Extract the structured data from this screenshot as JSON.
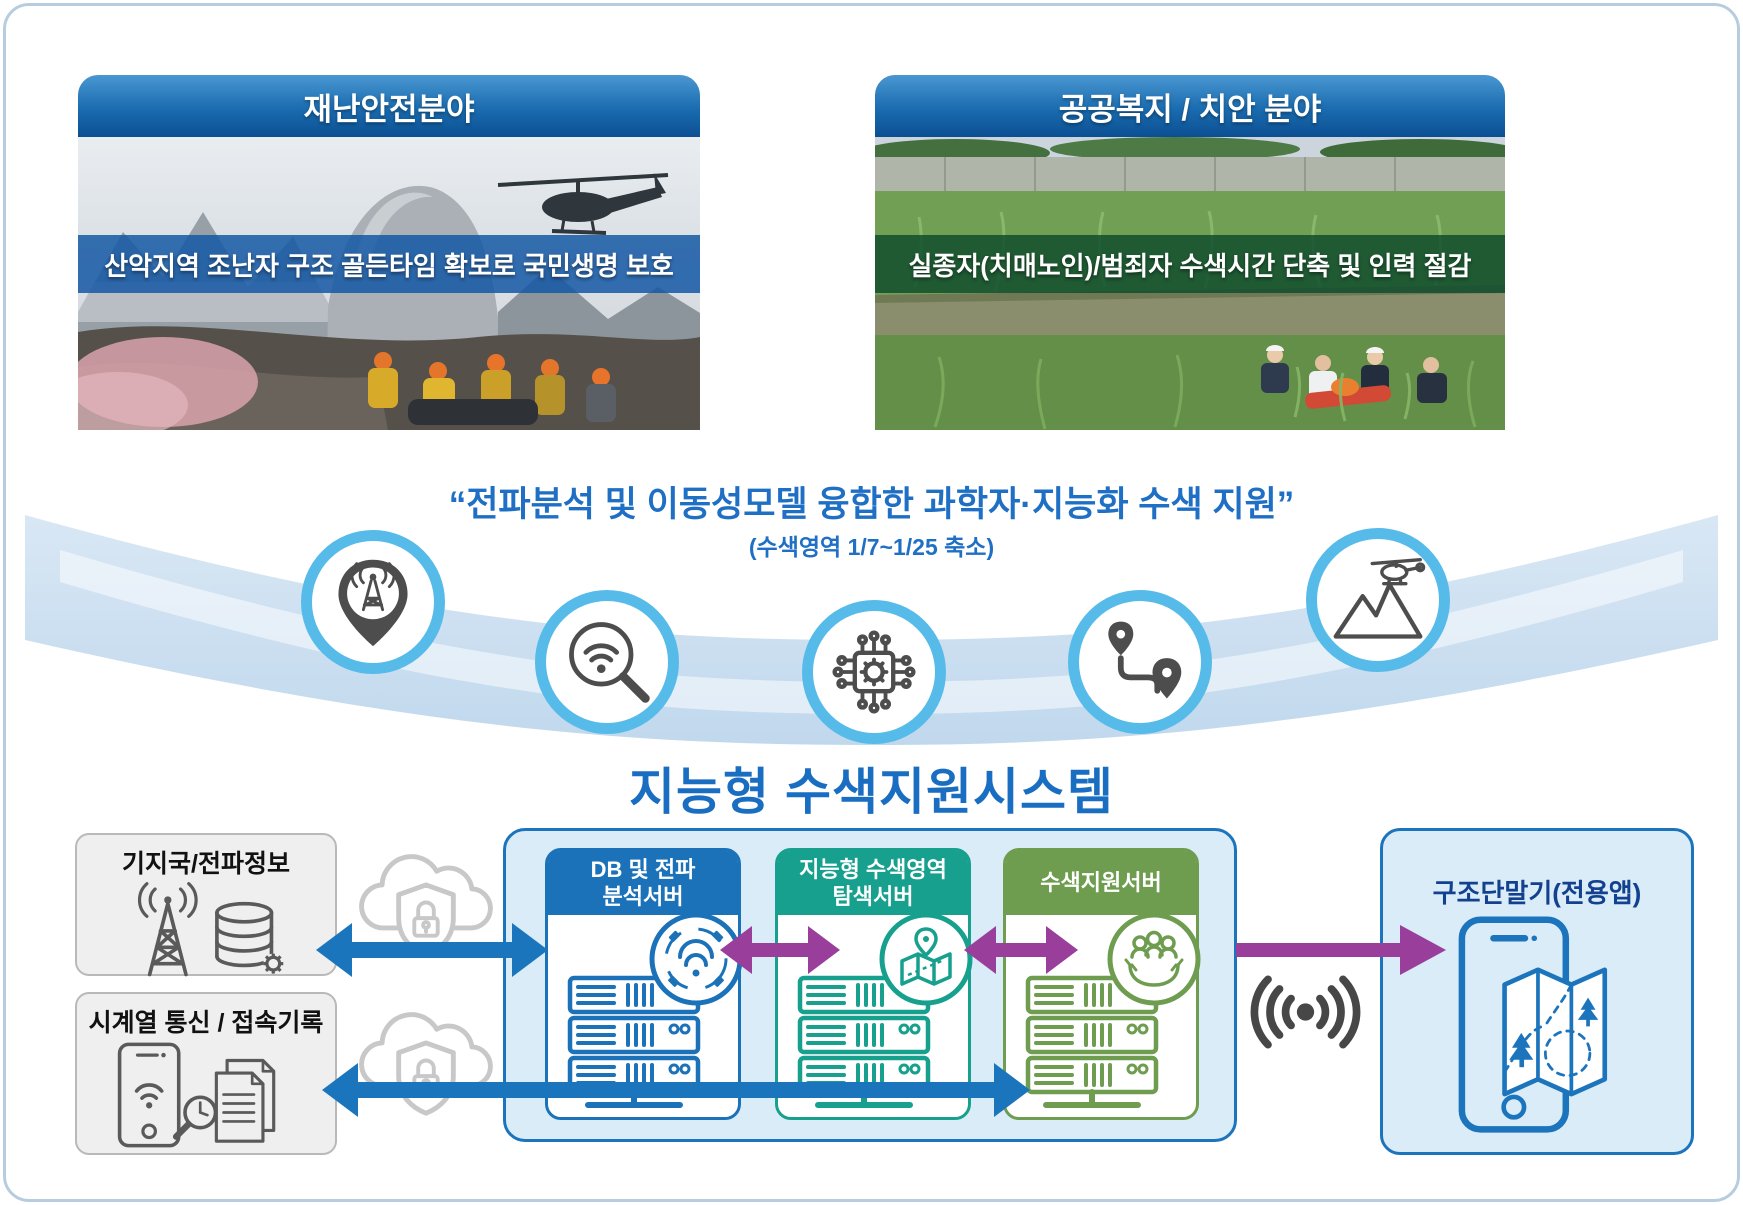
{
  "frame": {
    "border_color": "#b7cddf",
    "background": "#ffffff"
  },
  "panels": {
    "disaster": {
      "header": "재난안전분야",
      "caption": "산악지역 조난자 구조 골든타임 확보로 국민생명 보호",
      "caption_bg": "rgba(20,88,164,0.85)",
      "photo": "mountain-rescue-helicopter-photo"
    },
    "welfare": {
      "header": "공공복지 / 치안 분야",
      "caption": "실종자(치매노인)/범죄자 수색시간 단축 및 인력 절감",
      "caption_bg": "rgba(16,77,46,0.85)",
      "photo": "riverside-field-search-photo"
    }
  },
  "tagline": {
    "quote": "“전파분석 및 이동성모델 융합한 과학자·지능화 수색 지원”",
    "note": "(수색영역 1/7~1/25 축소)",
    "text_color": "#1f6fc5",
    "circle_border_color": "#57bbe9",
    "icons": [
      "cell-tower-pin-icon",
      "wifi-search-icon",
      "ai-chip-icon",
      "route-pins-icon",
      "mountain-helicopter-icon"
    ]
  },
  "system": {
    "title": "지능형 수색지원시스템",
    "title_color": "#1a6ec2",
    "sources": [
      {
        "label": "기지국/전파정보",
        "icon": "cell-tower-database-icon"
      },
      {
        "label": "시계열 통신 / 접속기록",
        "icon": "phone-records-search-icon"
      }
    ],
    "secure_cloud_icon": "secure-cloud-lock-icon",
    "platform": {
      "fill": "#d9ecf8",
      "border": "#1c74bc",
      "servers": [
        {
          "line1": "DB 및 전파",
          "line2": "분석서버",
          "color": "#1b72b9",
          "badge_icon": "radio-analysis-badge-icon"
        },
        {
          "line1": "지능형 수색영역",
          "line2": "탐색서버",
          "color": "#17a08d",
          "badge_icon": "map-search-badge-icon"
        },
        {
          "line1": "수색지원서버",
          "line2": "",
          "color": "#6f9d50",
          "badge_icon": "rescue-support-badge-icon"
        }
      ]
    },
    "wireless_icon": "radio-signal-icon",
    "terminal": {
      "label": "구조단말기(전용앱)",
      "label_color": "#14418f",
      "icon": "phone-map-icon"
    },
    "arrow_colors": {
      "data_link": "#1b75bc",
      "service_link": "#993e9b"
    }
  }
}
